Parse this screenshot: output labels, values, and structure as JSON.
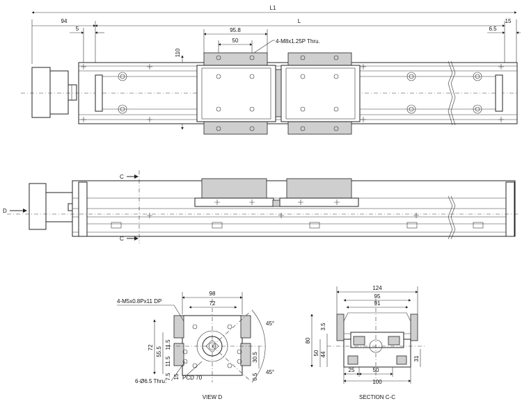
{
  "top_view": {
    "dims": {
      "L1": "L1",
      "L": "L",
      "d94": "94",
      "d5": "5",
      "d15": "15",
      "d6_5": "6.5",
      "d95_8": "95.8",
      "d50": "50",
      "d110": "110"
    },
    "callout_holes": "4-M8x1.25P Thru."
  },
  "side_view": {
    "label_c_top": "C",
    "label_c_bottom": "C",
    "label_d": "D"
  },
  "view_d": {
    "title": "VIEW D",
    "callout_tap": "4-M5x0.8Px11 DP",
    "callout_thru": "6-Ø6.5 Thru.",
    "callout_pcd": "PCD 70",
    "dims": {
      "d98": "98",
      "d72_top": "72",
      "d72_left": "72",
      "d55_5": "55.5",
      "d11_5a": "11.5",
      "d11_5b": "11.5",
      "d7_5": "7.5",
      "d15": "15",
      "d30_5": "30.5",
      "d0_5": "0.5",
      "a45_top": "45°",
      "a45_bottom": "45°"
    }
  },
  "section_cc": {
    "title": "SECTION C-C",
    "dims": {
      "d124": "124",
      "d95": "95",
      "d91": "91",
      "d3_5": "3.5",
      "d80": "80",
      "d50": "50",
      "d44": "44",
      "d31": "31",
      "d25": "25",
      "d50b": "50",
      "d100": "100"
    }
  }
}
